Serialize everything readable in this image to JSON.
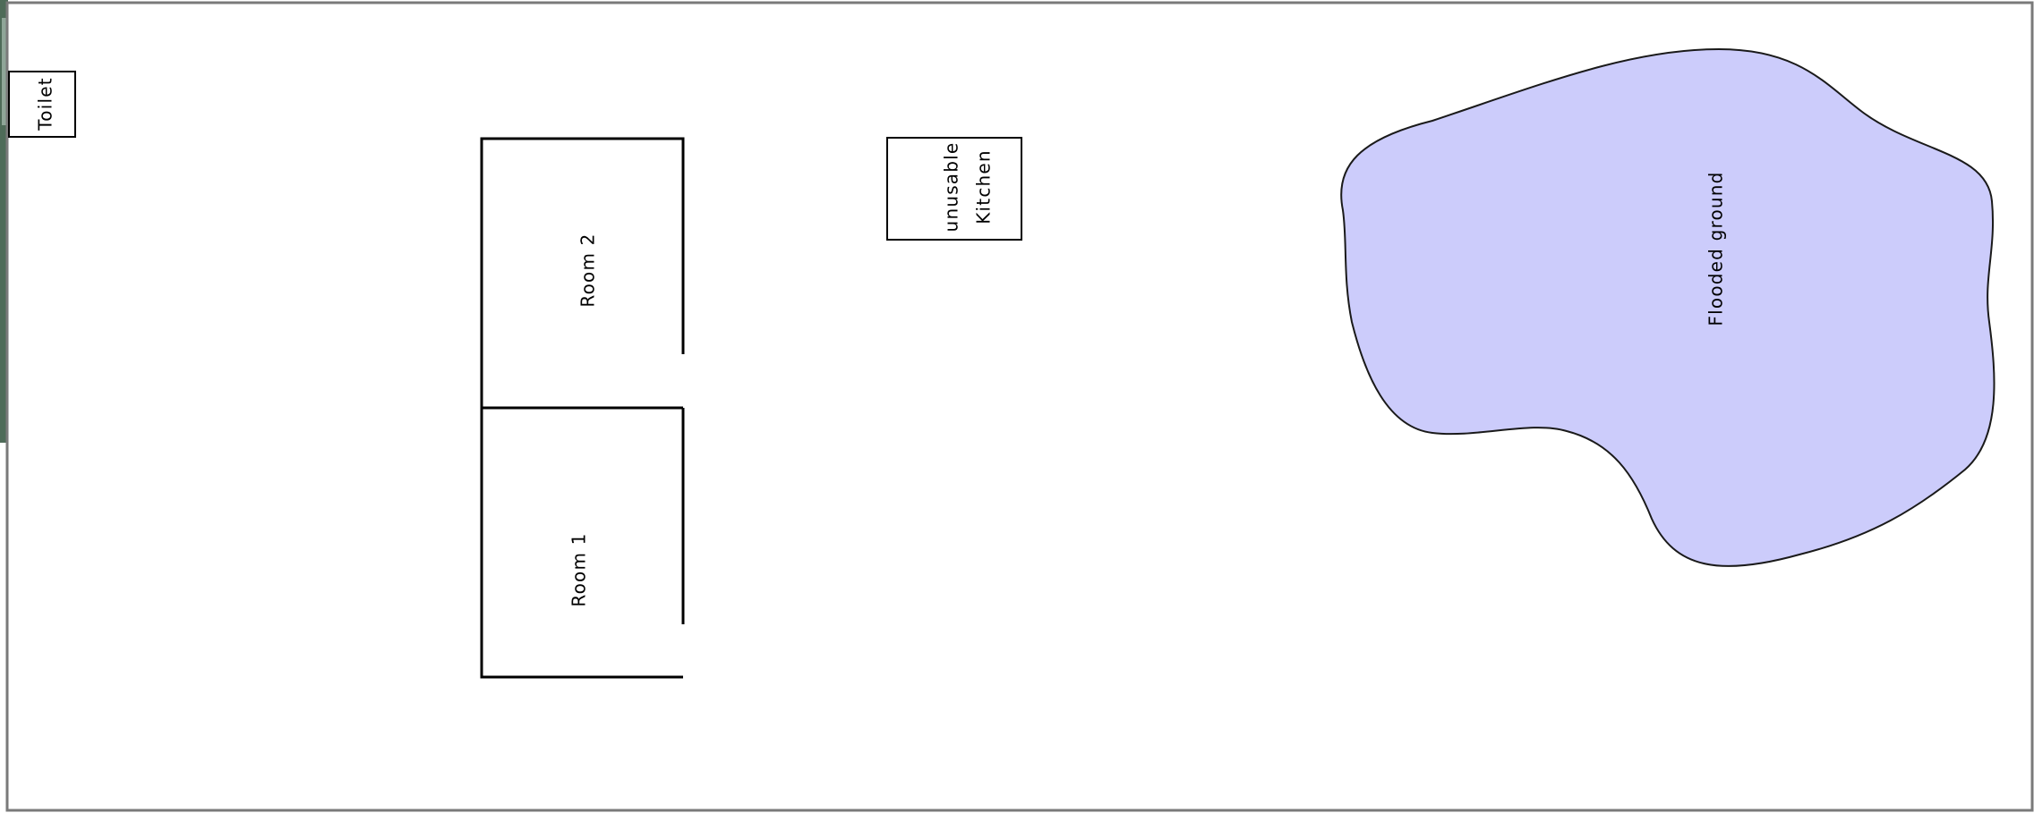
{
  "diagram": {
    "toilet_label": "Toilet",
    "room2_label": "Room 2",
    "room1_label": "Room 1",
    "kitchen_line1": "unusable",
    "kitchen_line2": "Kitchen",
    "flooded_label": "Flooded ground"
  },
  "colors": {
    "flood_fill": "#ccccfb",
    "line": "#000000",
    "frame": "#7a7a7a",
    "left_strip": "#4e6b58"
  }
}
